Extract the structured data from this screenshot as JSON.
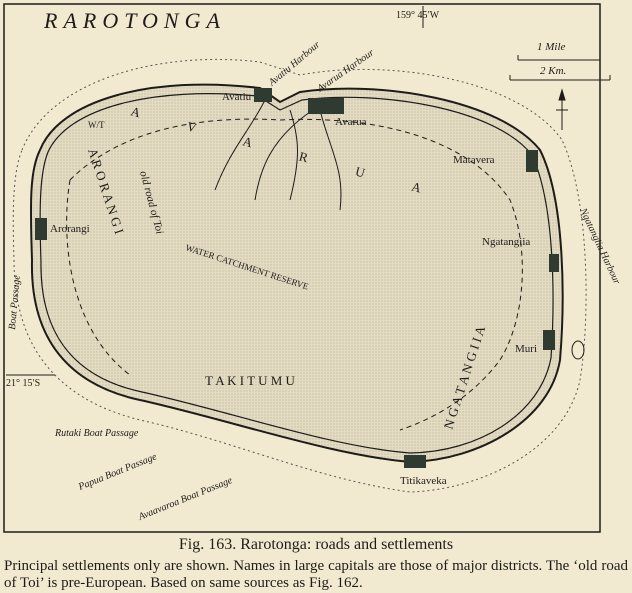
{
  "map": {
    "title": "RAROTONGA",
    "longitude_label": "159° 45′W",
    "latitude_label": "21° 15′S",
    "scale": {
      "mile_label": "1 Mile",
      "km_label": "2 Km."
    },
    "districts": [
      "A V A R U A",
      "A R O R A N G I",
      "T A K I T U M U",
      "N G A T A N G I I A"
    ],
    "settlements": [
      "Avatiu",
      "Avarua",
      "Arorangi",
      "Matavera",
      "Ngatangiia",
      "Muri",
      "Titikaveka"
    ],
    "harbours": [
      "Avatiu Harbour",
      "Avarua Harbour",
      "Ngatangiia Harbour"
    ],
    "passages": [
      "Boat Passage",
      "Rutaki Boat Passage",
      "Papua Boat Passage",
      "Avaavaroa Boat Passage"
    ],
    "features": [
      "WATER CATCHMENT RESERVE",
      "old road of Toi",
      "W/T"
    ]
  },
  "caption": "Fig. 163.  Rarotonga: roads and settlements",
  "note": "Principal settlements only are shown.  Names in large capitals are those of major districts. The ‘old road of Toi’ is pre-European.  Based on same sources as Fig. 162.",
  "colors": {
    "paper": "#f1ead0",
    "land": "#ddd6bd",
    "ink": "#1e1c18",
    "settlement": "#2f3a30"
  }
}
